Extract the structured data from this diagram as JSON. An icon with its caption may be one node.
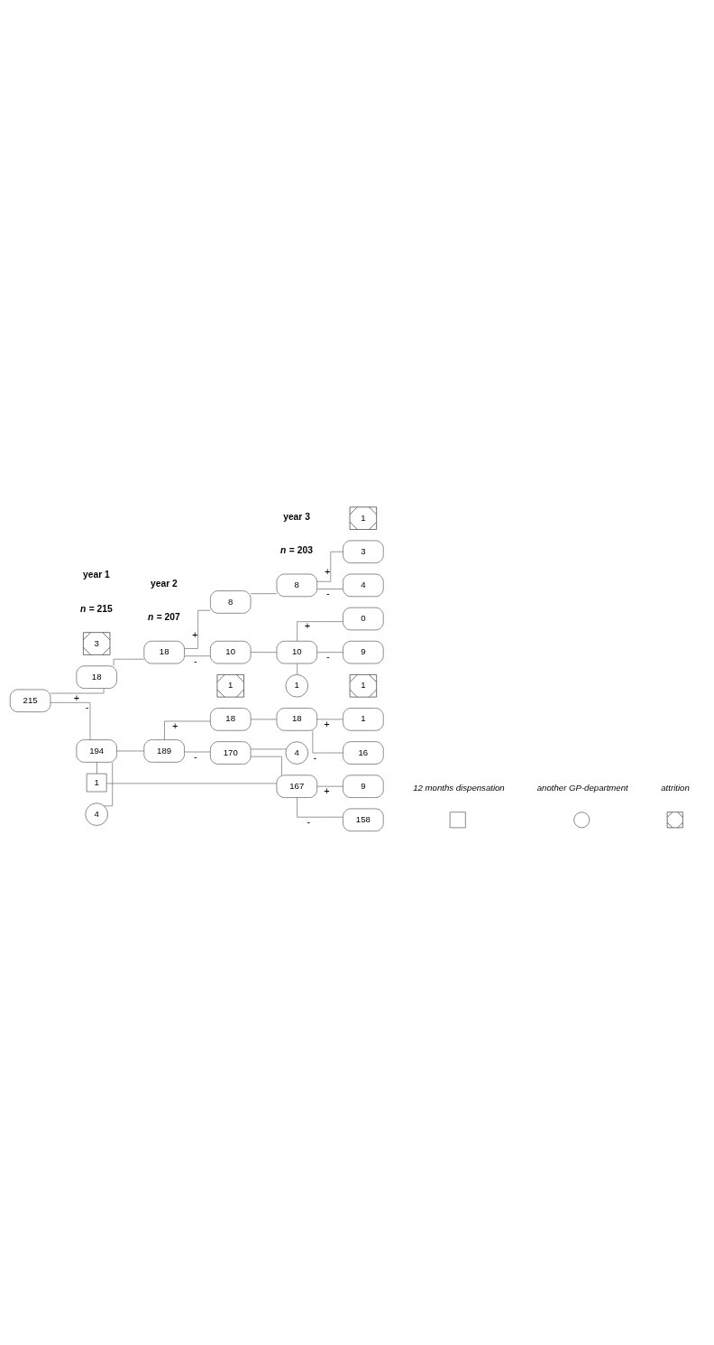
{
  "diagram": {
    "nodes": [
      {
        "text": [
          "215"
        ]
      },
      {
        "text": [
          "18"
        ]
      },
      {
        "text": [
          "3"
        ]
      },
      {
        "text": [
          "18"
        ]
      },
      {
        "text": [
          "8"
        ]
      },
      {
        "text": [
          "8"
        ]
      },
      {
        "text": [
          "3"
        ]
      },
      {
        "text": [
          "1"
        ]
      },
      {
        "text": [
          "4"
        ]
      },
      {
        "text": [
          "10"
        ]
      },
      {
        "text": [
          "10"
        ]
      },
      {
        "text": [
          "1"
        ]
      },
      {
        "text": [
          "0"
        ]
      },
      {
        "text": [
          "9"
        ]
      },
      {
        "text": [
          "194"
        ]
      },
      {
        "text": [
          "4"
        ]
      },
      {
        "text": [
          "1"
        ]
      },
      {
        "text": [
          "189"
        ]
      },
      {
        "text": [
          "18"
        ]
      },
      {
        "text": [
          "1"
        ]
      },
      {
        "text": [
          "18"
        ]
      },
      {
        "text": [
          "1"
        ]
      },
      {
        "text": [
          "1"
        ]
      },
      {
        "text": [
          "16"
        ]
      },
      {
        "text": [
          "170"
        ]
      },
      {
        "text": [
          "4"
        ]
      },
      {
        "text": [
          "167"
        ]
      },
      {
        "text": [
          "9"
        ]
      },
      {
        "text": [
          "158"
        ]
      }
    ],
    "edges": [
      {
        "from": 0,
        "to": 1,
        "arrow": "none",
        "label": "+"
      },
      {
        "from": 0,
        "to": 14,
        "arrow": "none",
        "label": "-"
      },
      {
        "from": 1,
        "to": 3,
        "arrow": "none"
      },
      {
        "from": 3,
        "to": 4,
        "arrow": "none",
        "label": "+"
      },
      {
        "from": 3,
        "to": 9,
        "arrow": "none",
        "label": "-"
      },
      {
        "from": 4,
        "to": 5,
        "arrow": "none"
      },
      {
        "from": 5,
        "to": 6,
        "arrow": "none",
        "label": "+"
      },
      {
        "from": 5,
        "to": 8,
        "arrow": "none",
        "label": "-"
      },
      {
        "from": 9,
        "to": 10,
        "arrow": "none"
      },
      {
        "from": 10,
        "to": 11,
        "arrow": "none"
      },
      {
        "from": 10,
        "to": 12,
        "arrow": "none",
        "label": "+"
      },
      {
        "from": 10,
        "to": 13,
        "arrow": "none",
        "label": "-"
      },
      {
        "from": 14,
        "to": 15,
        "arrow": "none"
      },
      {
        "from": 14,
        "to": 16,
        "arrow": "none"
      },
      {
        "from": 14,
        "to": 17,
        "arrow": "none"
      },
      {
        "from": 16,
        "to": 26,
        "arrow": "none"
      },
      {
        "from": 17,
        "to": 18,
        "arrow": "none",
        "label": "+"
      },
      {
        "from": 17,
        "to": 24,
        "arrow": "none",
        "label": "-"
      },
      {
        "from": 18,
        "to": 20,
        "arrow": "none"
      },
      {
        "from": 20,
        "to": 21,
        "arrow": "none",
        "label": "+"
      },
      {
        "from": 20,
        "to": 23,
        "arrow": "none",
        "label": "-"
      },
      {
        "from": 24,
        "to": 25,
        "arrow": "none"
      },
      {
        "from": 24,
        "to": 26,
        "arrow": "none"
      },
      {
        "from": 26,
        "to": 27,
        "arrow": "none",
        "label": "+"
      },
      {
        "from": 26,
        "to": 28,
        "arrow": "none",
        "label": "-"
      }
    ],
    "labels": [
      "year 1",
      "year 2",
      "year 3",
      "*n* = 215",
      "*n* = 207",
      "*n* = 203"
    ],
    "legend": [
      {
        "text": "12 months dispensation"
      },
      {
        "text": "another GP-department"
      },
      {
        "text": "attrition"
      }
    ]
  }
}
